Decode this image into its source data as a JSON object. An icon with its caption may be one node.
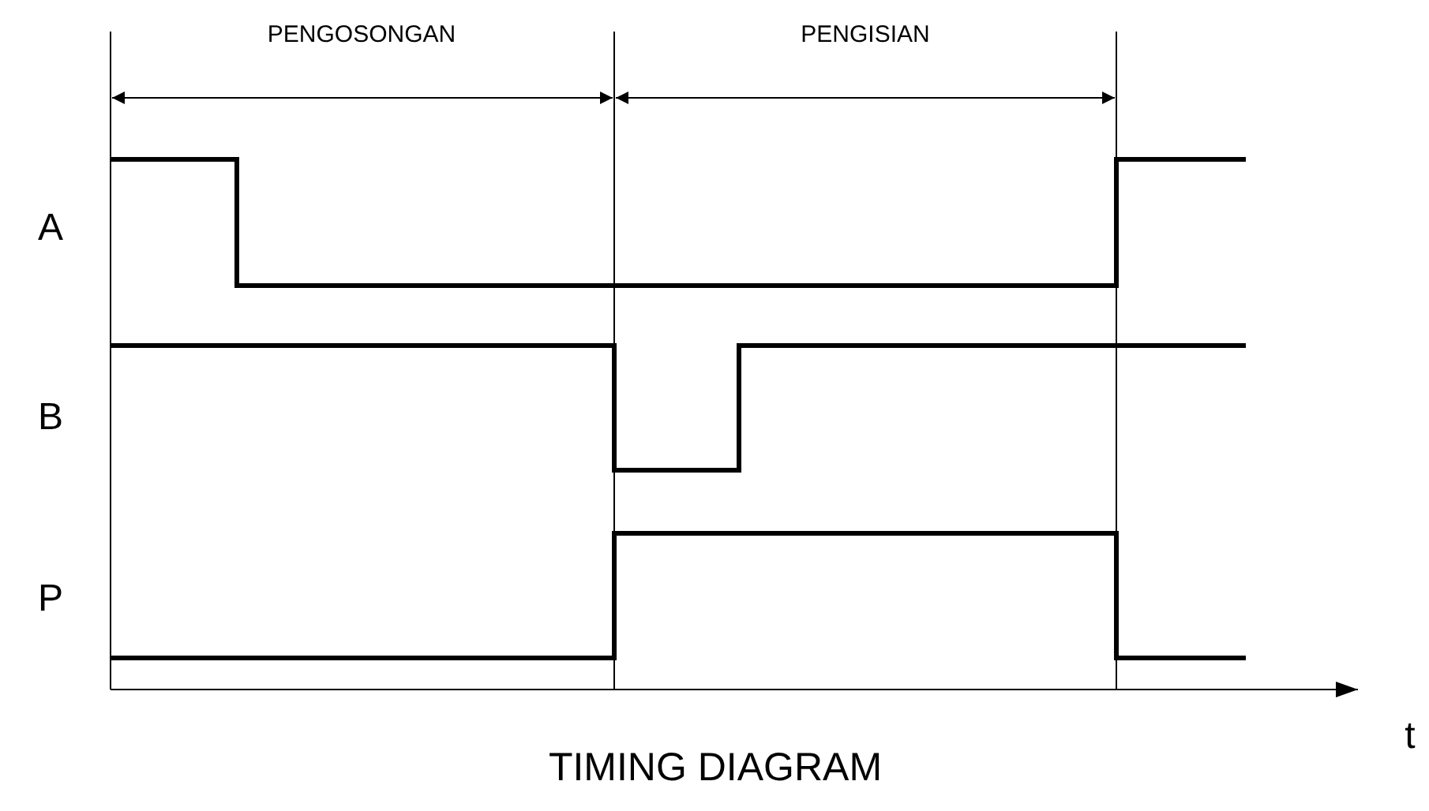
{
  "diagram": {
    "caption": "TIMING DIAGRAM",
    "labels": [
      "PENGOSONGAN",
      "PENGISIAN",
      "A",
      "B",
      "P",
      "t"
    ]
  }
}
